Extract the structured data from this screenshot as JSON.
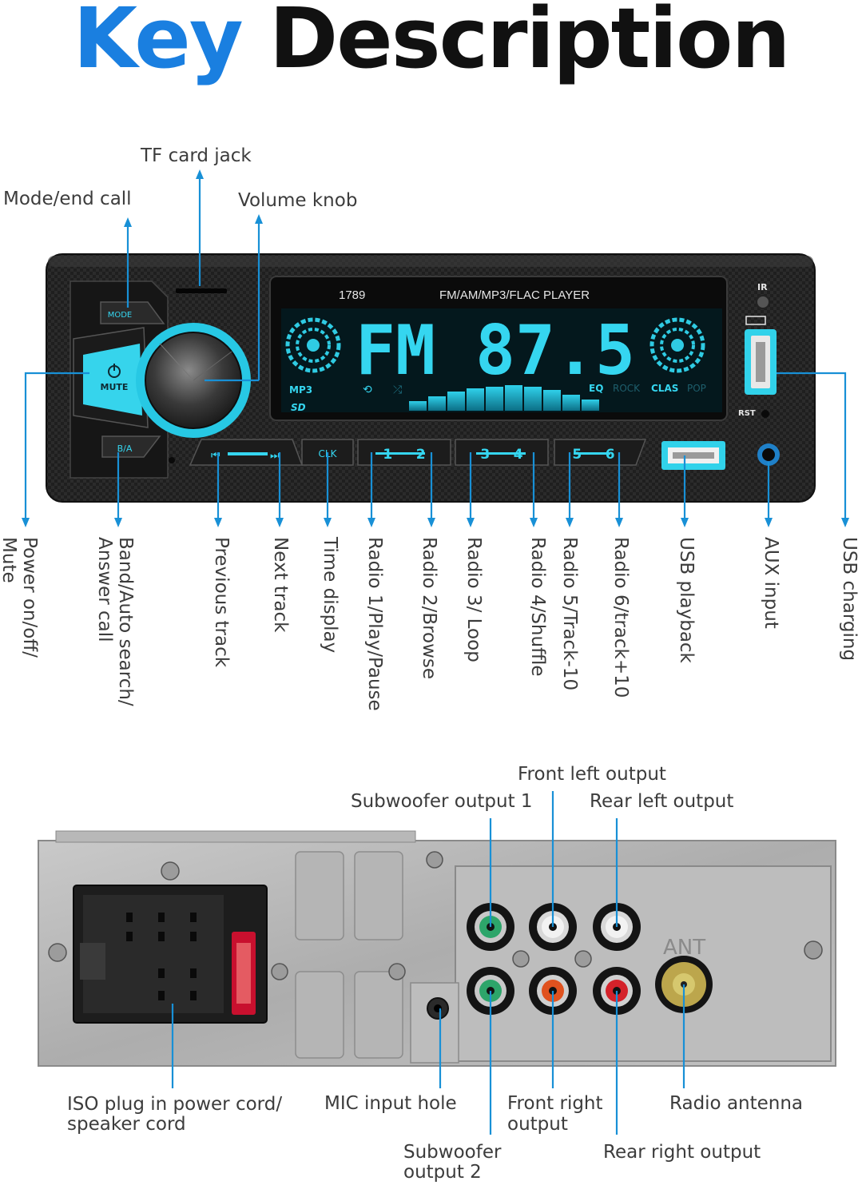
{
  "title": {
    "part1": "Key",
    "part2": "Description"
  },
  "colors": {
    "accent": "#1a7fe0",
    "line": "#1890d6",
    "led": "#35d6f0",
    "label": "#3c3c3c"
  },
  "front": {
    "device_model": "1789",
    "device_header": "FM/AM/MP3/FLAC  PLAYER",
    "display_main": "FM  87.5",
    "display_icons": {
      "mp3": "MP3",
      "sd": "SD",
      "eq": "EQ",
      "rock": "ROCK",
      "clas": "CLAS",
      "pop": "POP"
    },
    "buttons": {
      "mode": "MODE",
      "mute": "MUTE",
      "ba": "B/A",
      "clk": "CLK",
      "r12": "1     2",
      "r34": "3     4",
      "r56": "5     6",
      "ir": "IR",
      "rst": "RST"
    },
    "top_labels": {
      "tf_card": "TF card jack",
      "mode_end": "Mode/end call",
      "volume": "Volume knob"
    },
    "bottom_labels": {
      "power_1": "Power on/off/",
      "power_2": "Mute",
      "band_1": "Band/Auto search/",
      "band_2": "Answer call",
      "prev": "Previous track",
      "next": "Next track",
      "time": "Time display",
      "r1": "Radio 1/Play/Pause",
      "r2": "Radio 2/Browse",
      "r3": "Radio 3/ Loop",
      "r4": "Radio 4/Shuffle",
      "r5": "Radio 5/Track-10",
      "r6": "Radio 6/track+10",
      "usb_play": "USB playback",
      "aux": "AUX input",
      "usb_charge": "USB charging"
    }
  },
  "back": {
    "ant_text": "ANT",
    "top_labels": {
      "front_left": "Front left output",
      "sub1": "Subwoofer output 1",
      "rear_left": "Rear left output"
    },
    "bottom_labels": {
      "iso_1": "ISO plug in power cord/",
      "iso_2": "speaker cord",
      "mic": "MIC input hole",
      "front_right_1": "Front right",
      "front_right_2": "output",
      "antenna": "Radio antenna",
      "sub2_1": "Subwoofer",
      "sub2_2": "output 2",
      "rear_right": "Rear right output"
    }
  }
}
